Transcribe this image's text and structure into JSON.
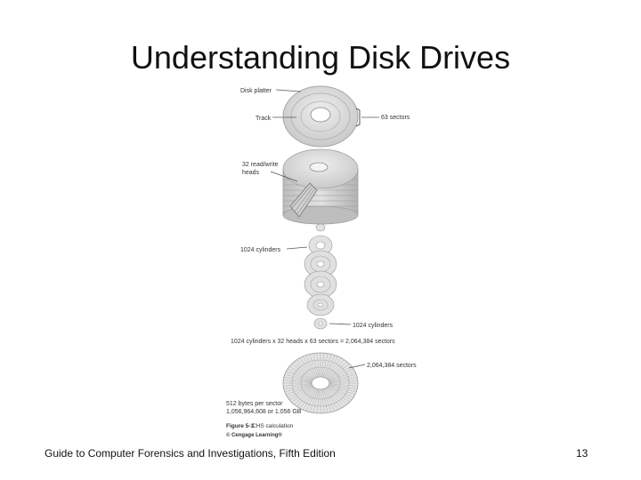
{
  "slide": {
    "title": "Understanding Disk Drives",
    "footer_left": "Guide to Computer Forensics and Investigations, Fifth Edition",
    "page_number": "13"
  },
  "figure": {
    "labels": {
      "disk_platter": "Disk platter",
      "track": "Track",
      "sectors_63": "63 sectors",
      "heads": [
        "32 read/write",
        "heads"
      ],
      "cylinders_left": "1024 cylinders",
      "cylinders_right": "1024 cylinders",
      "equation": "1024 cylinders x 32 heads x 63 sectors = 2,064,384 sectors",
      "sectors_total": "2,064,384 sectors",
      "bytes_per_sector": "512 bytes per sector",
      "total_bytes": "1,056,964,608 or 1.056 GB"
    },
    "caption": {
      "number": "Figure 5-3",
      "text": "CHS calculation",
      "credit": "© Cengage Learning®"
    },
    "colors": {
      "platter": "#d9d9d9",
      "platter_edge": "#a8a8a8",
      "hub": "#ffffff",
      "line": "#555555"
    }
  }
}
